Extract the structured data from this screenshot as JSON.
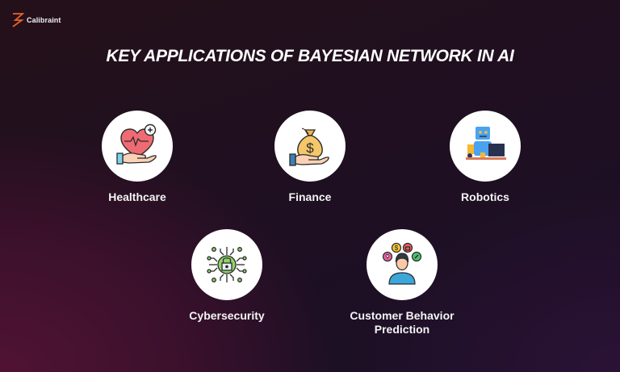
{
  "brand": {
    "name": "Calibraint",
    "logo_icon": "zigzag-z-logo",
    "logo_color": "#e5632a"
  },
  "title": "KEY APPLICATIONS OF BAYESIAN NETWORK IN AI",
  "colors": {
    "background_dark": "#1e0f22",
    "background_accent": "#511233",
    "circle": "#ffffff",
    "text": "#ffffff"
  },
  "applications": [
    {
      "label": "Healthcare",
      "icon": "heart-in-hand-plus-icon"
    },
    {
      "label": "Finance",
      "icon": "money-bag-in-hand-icon"
    },
    {
      "label": "Robotics",
      "icon": "robot-at-laptop-icon"
    },
    {
      "label": "Cybersecurity",
      "icon": "circuit-lock-icon"
    },
    {
      "label": "Customer Behavior Prediction",
      "label_lines": [
        "Customer Behavior",
        "Prediction"
      ],
      "icon": "person-with-preferences-icon"
    }
  ]
}
